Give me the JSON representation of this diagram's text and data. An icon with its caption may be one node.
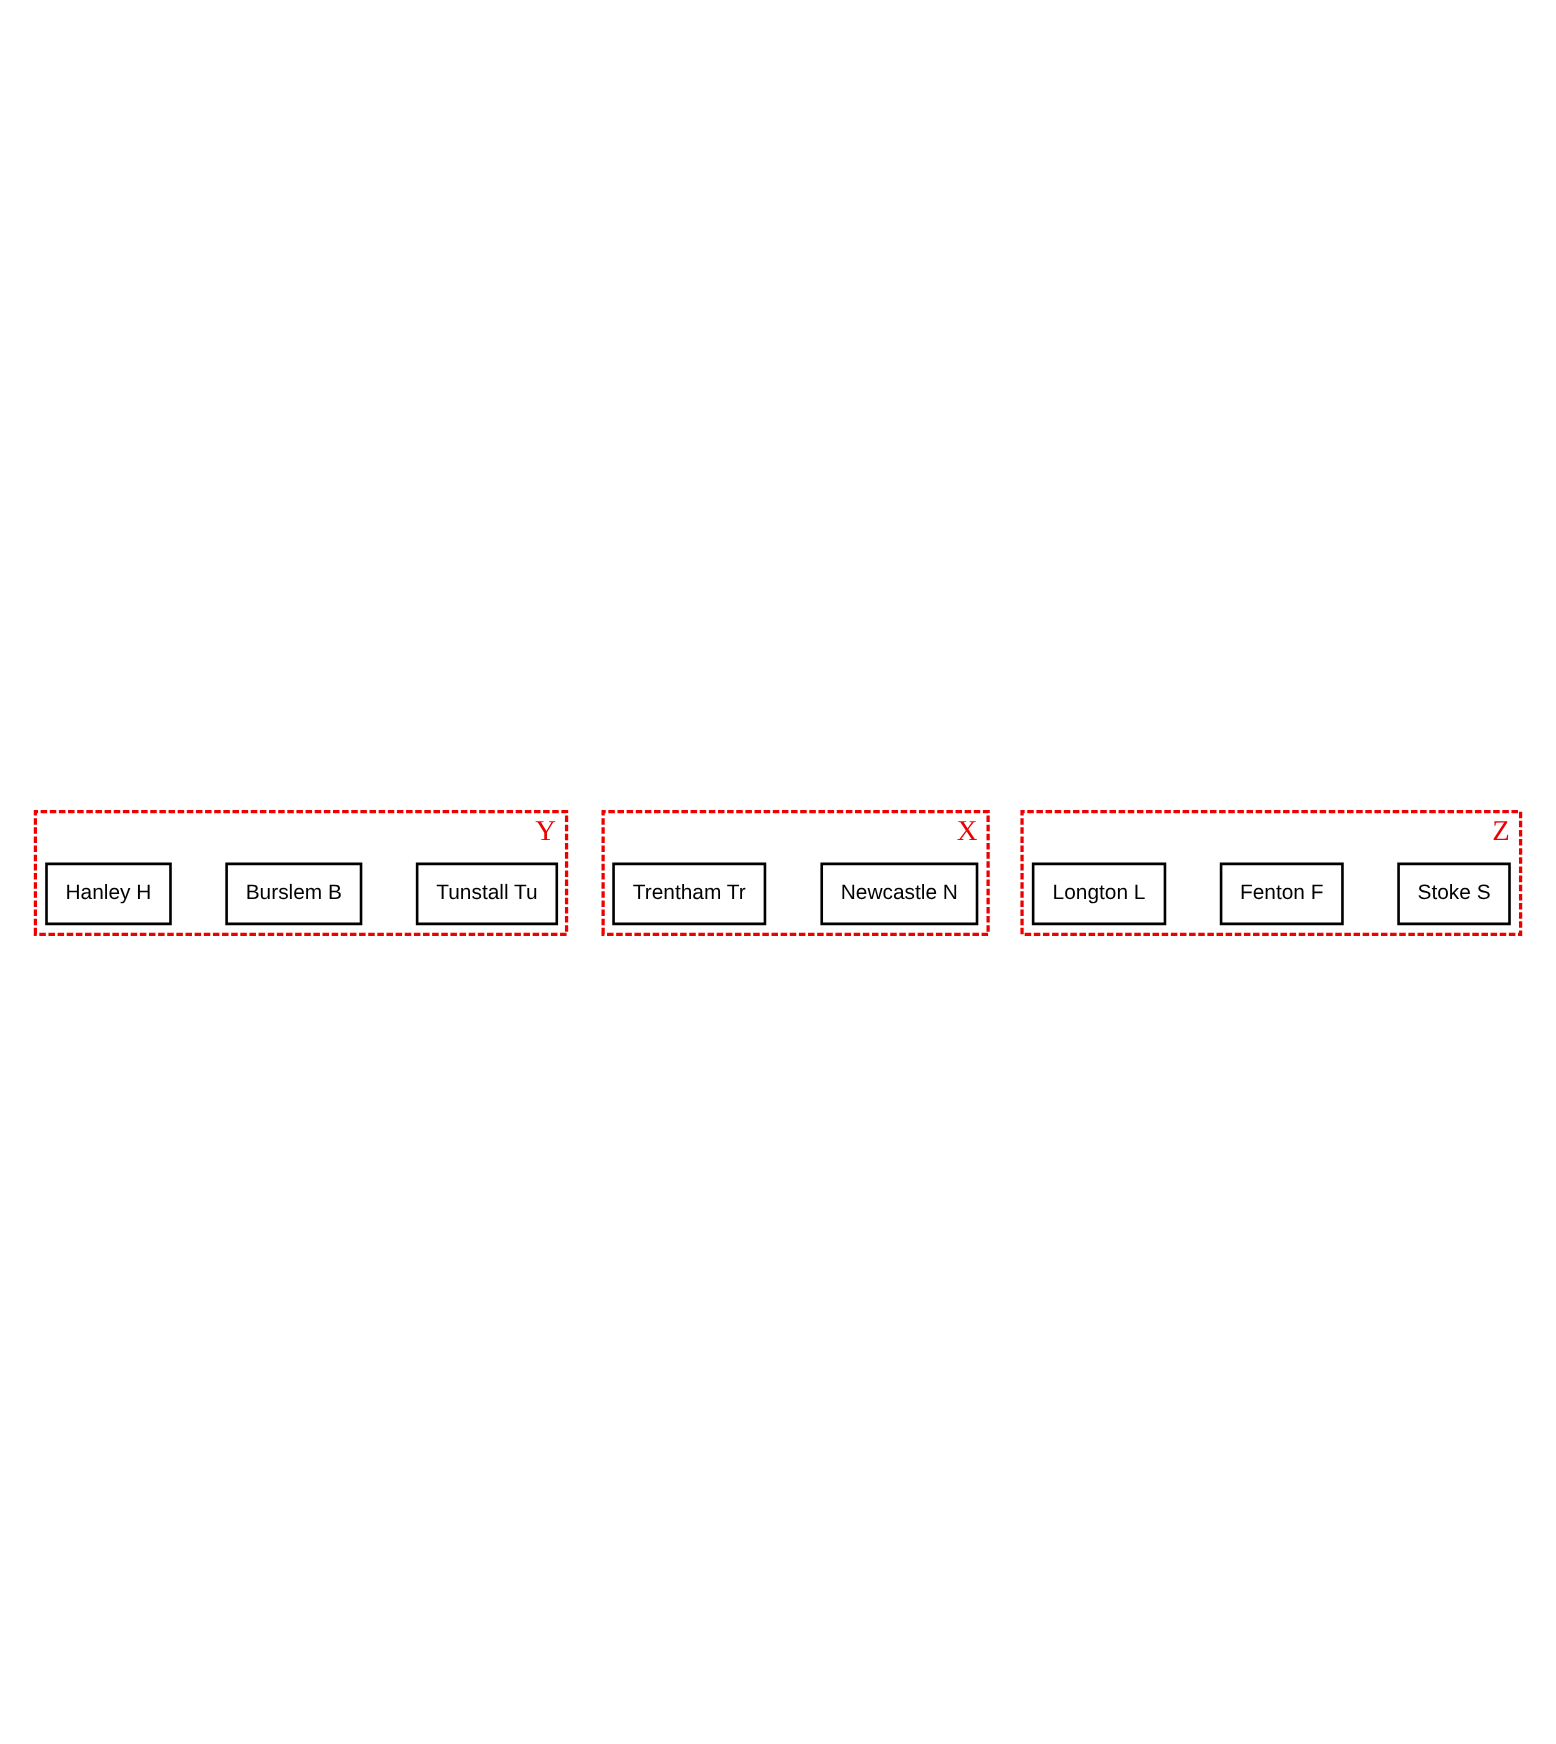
{
  "diagram": {
    "nodes": [
      {
        "text": [
          "Y"
        ]
      },
      {
        "text": [
          "Tunstall Tu"
        ],
        "in": 0
      },
      {
        "text": [
          "Burslem B"
        ],
        "in": 0
      },
      {
        "text": [
          "Hanley H"
        ],
        "in": 0
      },
      {
        "text": [
          "X"
        ]
      },
      {
        "text": [
          "Newcastle N"
        ],
        "in": 4
      },
      {
        "text": [
          "Trentham Tr"
        ],
        "in": 4
      },
      {
        "text": [
          "Z"
        ]
      },
      {
        "text": [
          "Stoke S"
        ],
        "in": 7
      },
      {
        "text": [
          "Fenton F"
        ],
        "in": 7
      },
      {
        "text": [
          "Longton L"
        ],
        "in": 7
      }
    ],
    "edges": []
  }
}
